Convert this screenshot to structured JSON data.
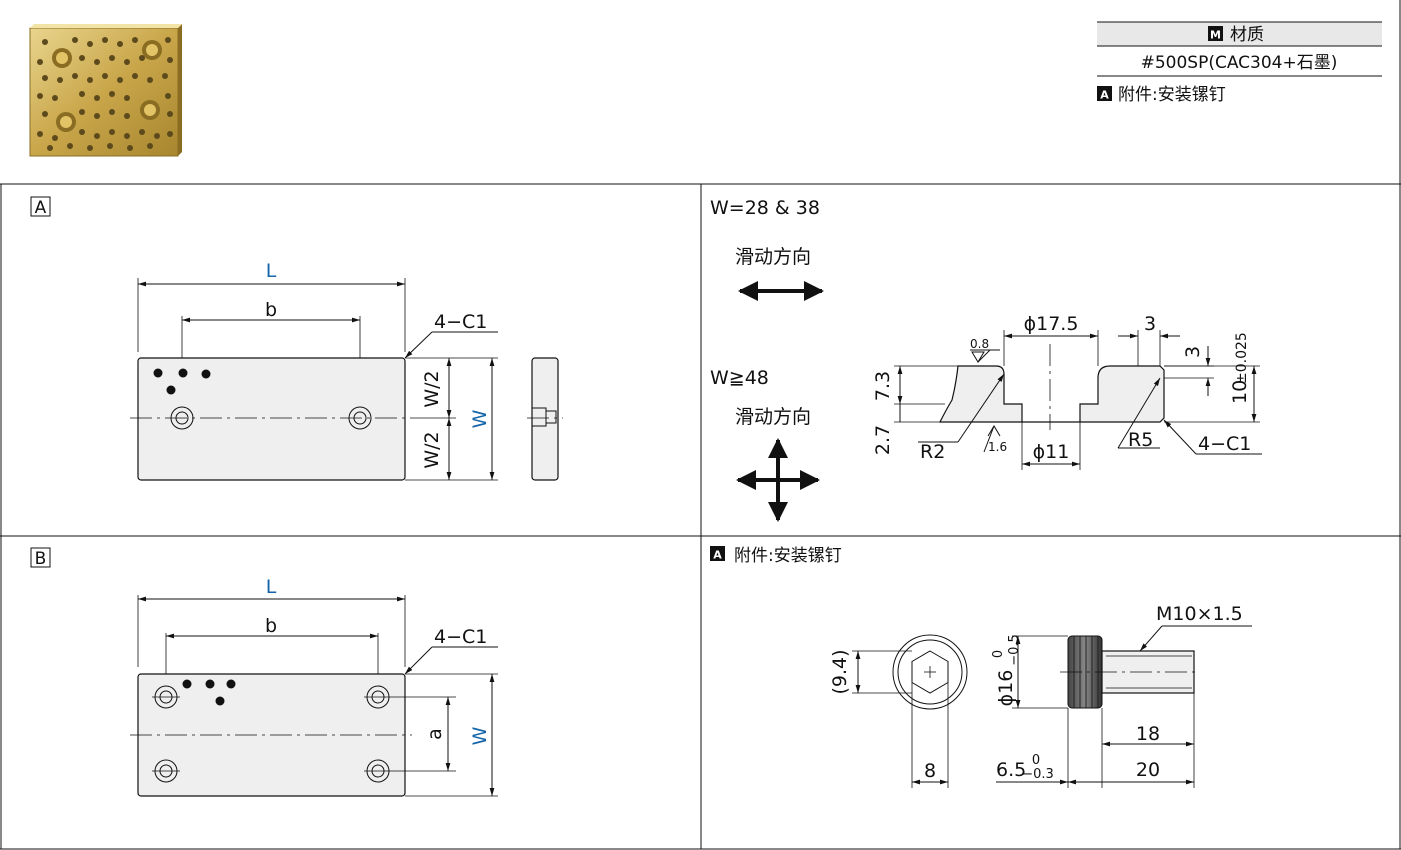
{
  "material_table": {
    "header_badge": "M",
    "header": "材质",
    "value": "#500SP(CAC304+石墨)"
  },
  "accessory_note": {
    "badge": "A",
    "text": "附件:安装镙钉"
  },
  "panel_a": {
    "label": "A",
    "dims": {
      "L": "L",
      "b": "b",
      "chamfer": "4−C1",
      "half1": "W/2",
      "half2": "W/2",
      "W": "W"
    }
  },
  "panel_b": {
    "label": "B",
    "dims": {
      "L": "L",
      "b": "b",
      "chamfer": "4−C1",
      "a": "a",
      "W": "W"
    }
  },
  "sliding_panel": {
    "cond1": "W=28 & 38",
    "dir1": "滑动方向",
    "cond2": "W≧48",
    "dir2": "滑动方向"
  },
  "section_detail": {
    "d_top": "ϕ17.5",
    "d_right": "3",
    "d_right_v": "3",
    "roughness_top": "0.8",
    "d_73": "7.3",
    "d_27": "2.7",
    "r2": "R2",
    "roughness_bot": "1.6",
    "d_bottom": "ϕ11",
    "r5": "R5",
    "chamfer": "4−C1",
    "height": "10",
    "height_tol": "±0.025"
  },
  "screw_panel": {
    "badge": "A",
    "title": "附件:安装镙钉",
    "d_94": "(9.4)",
    "d_8": "8",
    "d_16": "ϕ16",
    "d_16_tol_top": "0",
    "d_16_tol_bot": "−0.5",
    "thread": "M10×1.5",
    "d_18": "18",
    "d_65": "6.5",
    "d_65_tol_top": "0",
    "d_65_tol_bot": "−0.3",
    "d_20": "20"
  },
  "colors": {
    "accent_blue": "#1565a8",
    "bronze": "#c9a64a"
  }
}
